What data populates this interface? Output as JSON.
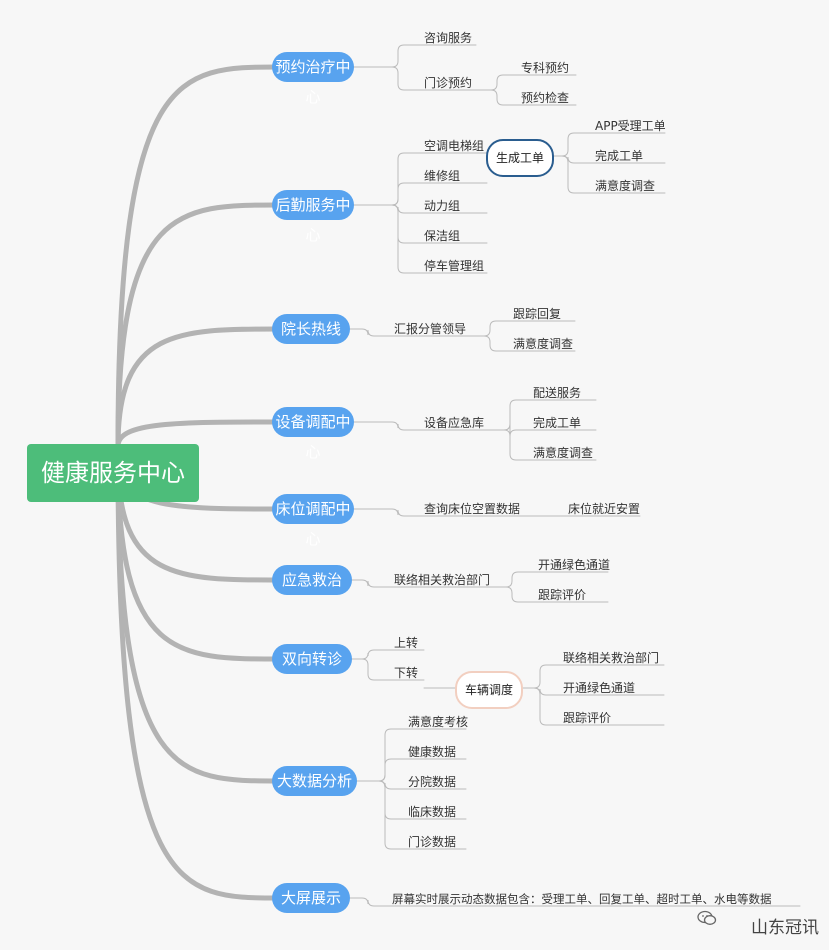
{
  "root": "健康服务中心",
  "branches": [
    {
      "id": "b1",
      "label": "预约治疗中心"
    },
    {
      "id": "b2",
      "label": "后勤服务中心"
    },
    {
      "id": "b3",
      "label": "院长热线"
    },
    {
      "id": "b4",
      "label": "设备调配中心"
    },
    {
      "id": "b5",
      "label": "床位调配中心"
    },
    {
      "id": "b6",
      "label": "应急救治"
    },
    {
      "id": "b7",
      "label": "双向转诊"
    },
    {
      "id": "b8",
      "label": "大数据分析"
    },
    {
      "id": "b9",
      "label": "大屏展示"
    }
  ],
  "leaves": {
    "b1": [
      "咨询服务",
      "门诊预约",
      "专科预约",
      "预约检查"
    ],
    "b2": [
      "空调电梯组",
      "维修组",
      "动力组",
      "保洁组",
      "停车管理组",
      "生成工单",
      "APP受理工单",
      "完成工单",
      "满意度调查"
    ],
    "b3": [
      "汇报分管领导",
      "跟踪回复",
      "满意度调查"
    ],
    "b4": [
      "设备应急库",
      "配送服务",
      "完成工单",
      "满意度调查"
    ],
    "b5": [
      "查询床位空置数据",
      "床位就近安置"
    ],
    "b6": [
      "联络相关救治部门",
      "开通绿色通道",
      "跟踪评价"
    ],
    "b7": [
      "上转",
      "下转",
      "车辆调度",
      "联络相关救治部门",
      "开通绿色通道",
      "跟踪评价"
    ],
    "b8": [
      "满意度考核",
      "健康数据",
      "分院数据",
      "临床数据",
      "门诊数据"
    ],
    "b9": [
      "屏幕实时展示动态数据包含：受理工单、回复工单、超时工单、水电等数据"
    ]
  },
  "watermark": "山东冠讯",
  "colors": {
    "root": "#4dbd7a",
    "branch": "#58a3ef",
    "connector": "#b3b3b3",
    "line": "#bbbbbb"
  }
}
